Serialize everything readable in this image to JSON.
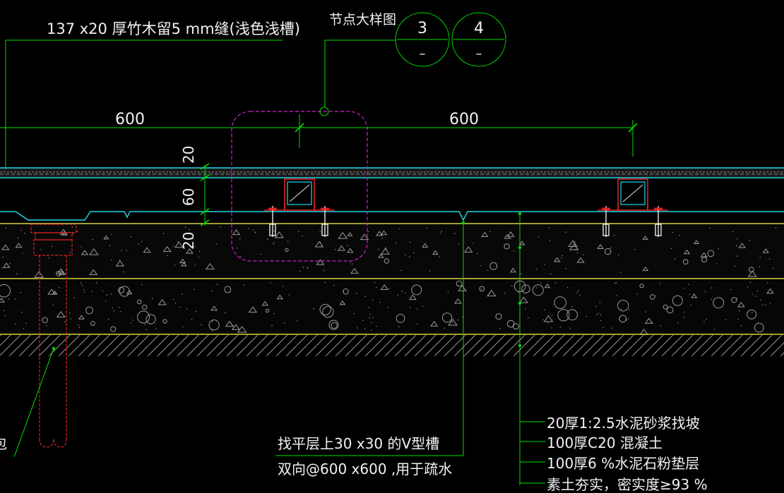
{
  "labels": {
    "board_note": "137 x20 厚竹木留5 mm缝(浅色浅槽)",
    "detail_title": "节点大样图",
    "dim_left": "600",
    "dim_right": "600",
    "dim_v1": "20",
    "dim_v2": "60",
    "dim_v3": "20",
    "vgroove_line1": "找平层上30 x30 的V型槽",
    "vgroove_line2": "双向@600 x600 ,用于疏水",
    "pipe_tag": "包"
  },
  "detail_refs": [
    {
      "number": "3",
      "sheet": "–"
    },
    {
      "number": "4",
      "sheet": "–"
    }
  ],
  "layers": [
    "20厚1:2.5水泥砂浆找坡",
    "100厚C20 混凝土",
    "100厚6 %水泥石粉垫层",
    "素土夯实，密实度≥93 %"
  ],
  "colors": {
    "green": "#00e000",
    "cyan": "#22d8e8",
    "yellow": "#d8d840",
    "magenta": "#d020d0",
    "red": "#e02020",
    "white": "#e8e8e8",
    "gray": "#8a8a8a"
  }
}
